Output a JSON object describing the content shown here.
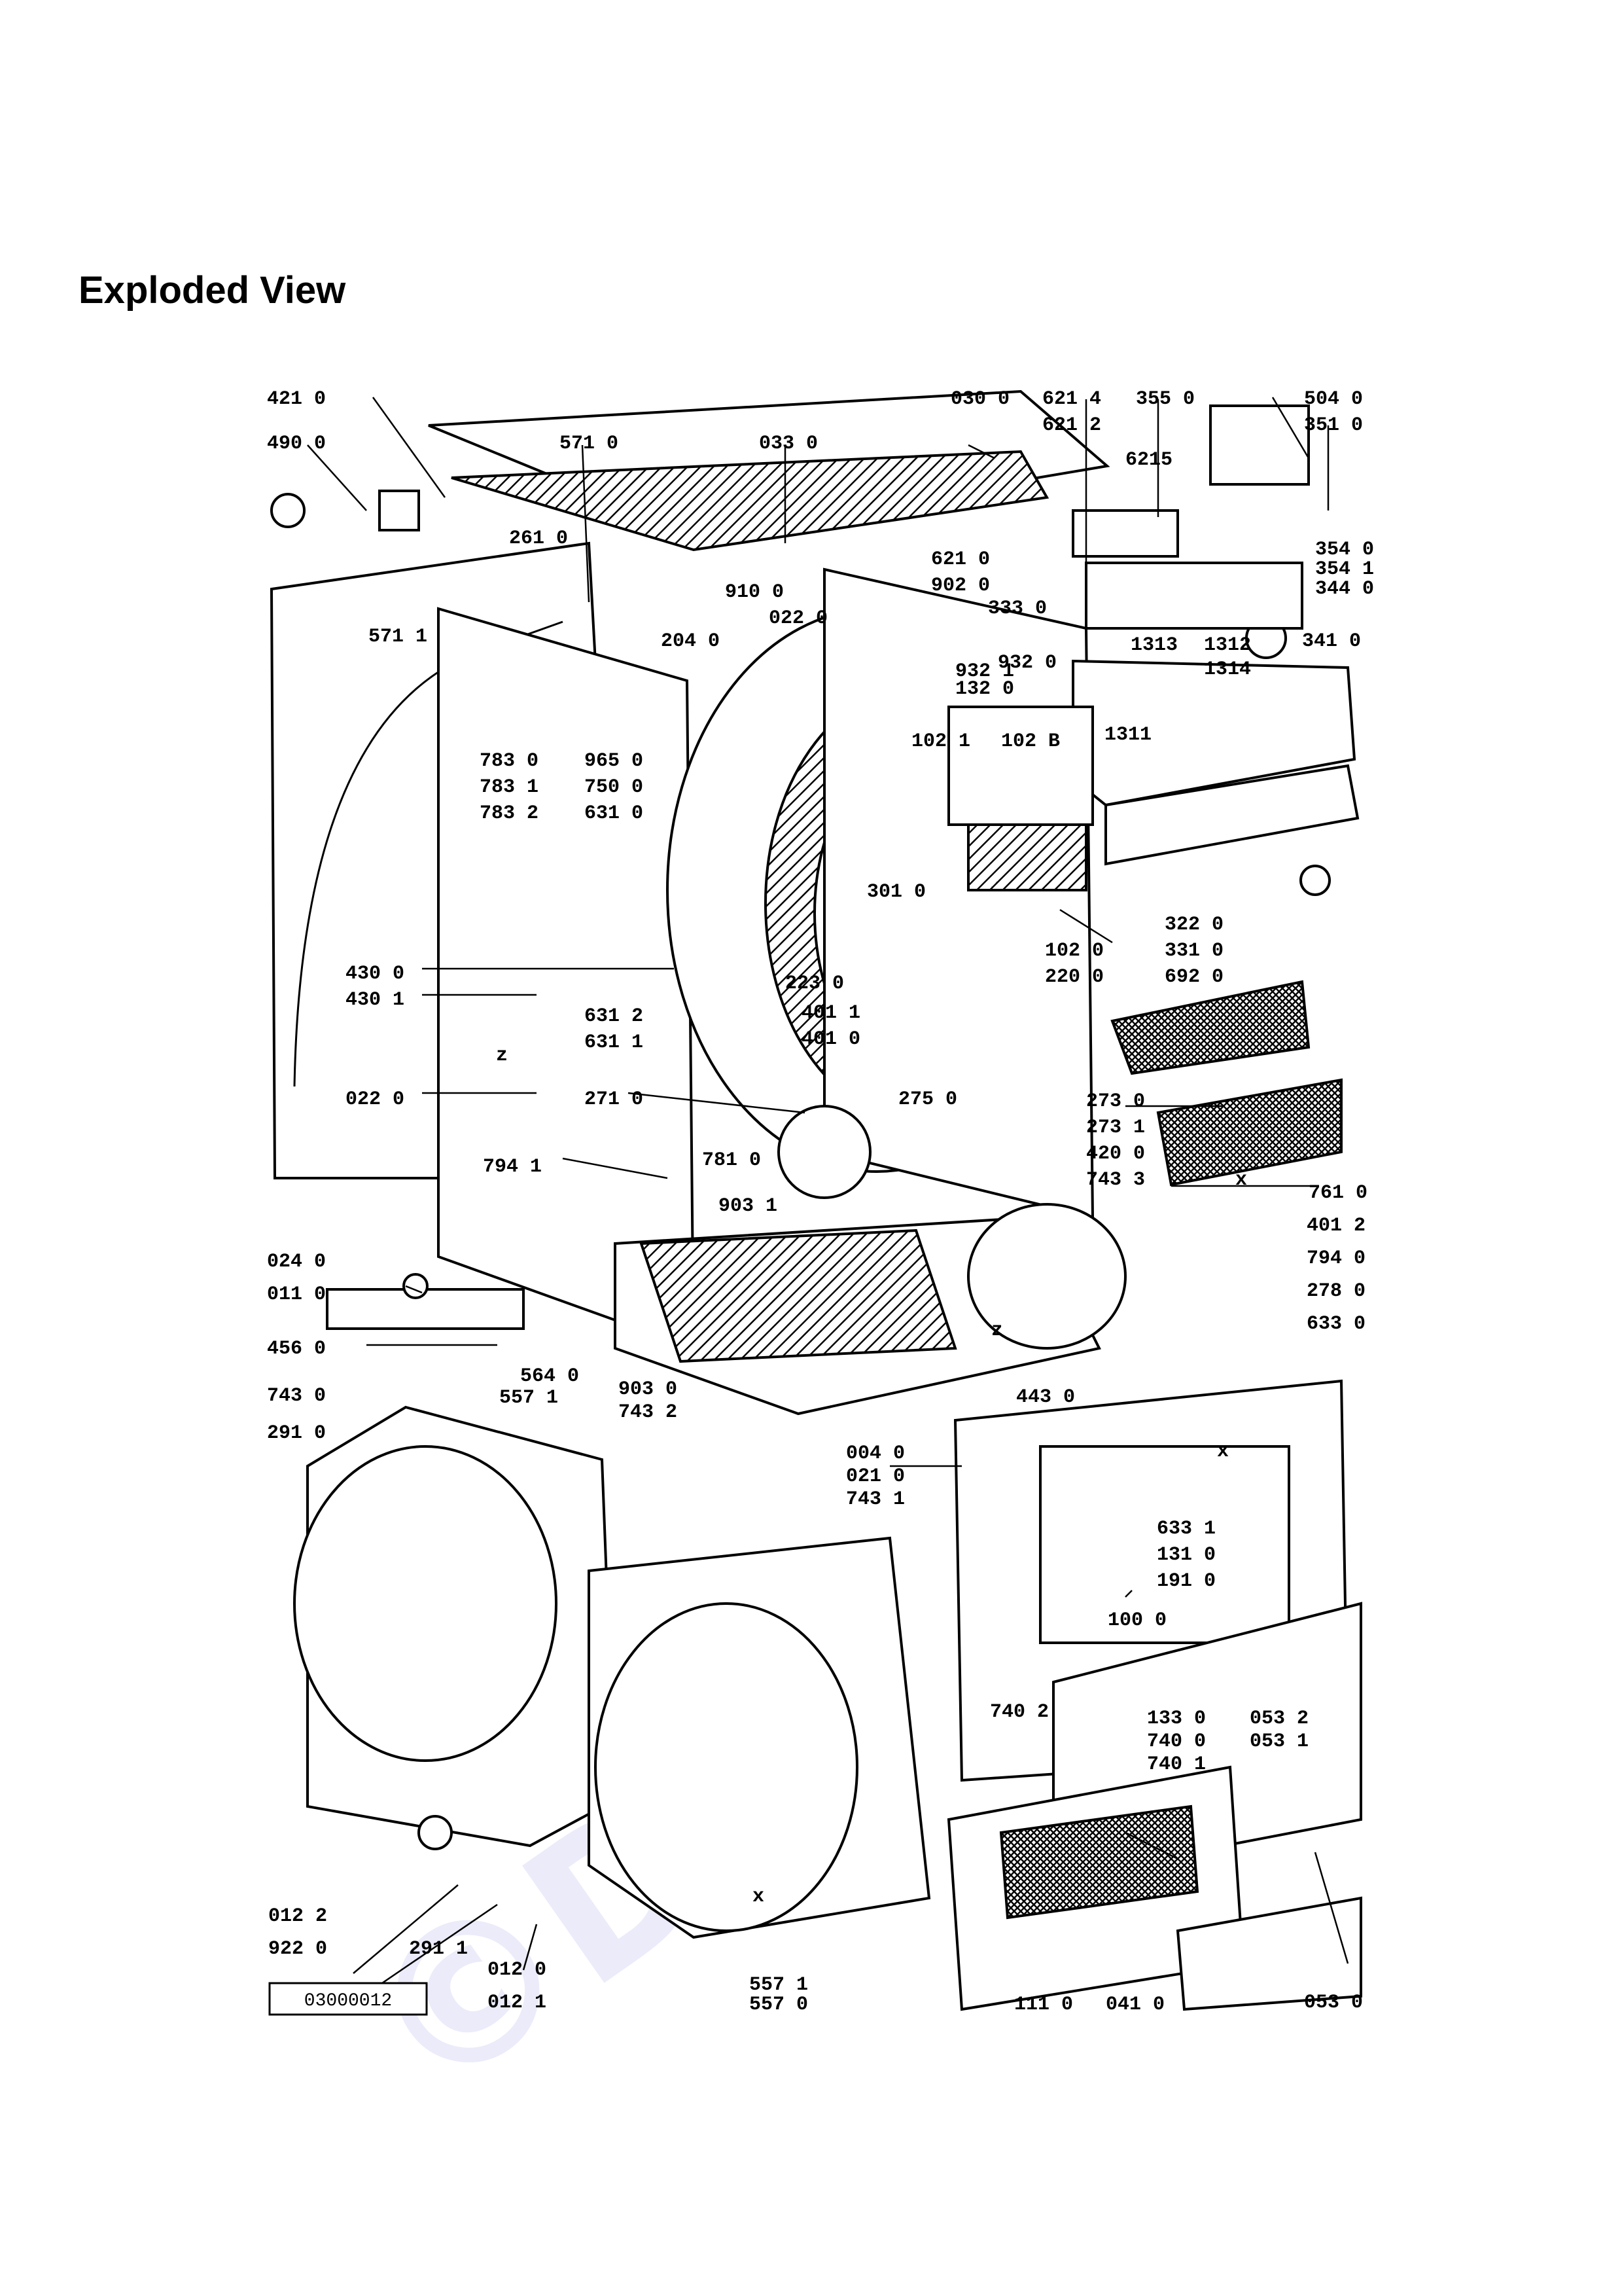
{
  "title": "Exploded View",
  "watermark": "©D",
  "drawing_number": "03000012",
  "part_labels": [
    "421 0",
    "490 0",
    "571 0",
    "033 0",
    "030 0",
    "621 4",
    "621 2",
    "355 0",
    "504 0",
    "351 0",
    "6215",
    "354 0",
    "354 1",
    "344 0",
    "261 0",
    "621 0",
    "902 0",
    "910 0",
    "022 0",
    "333 0",
    "571 1",
    "204 0",
    "932 0",
    "932 1",
    "132 0",
    "1313",
    "1312",
    "1314",
    "341 0",
    "1311",
    "102 1",
    "102 B",
    "783 0",
    "783 1",
    "783 2",
    "965 0",
    "750 0",
    "631 0",
    "301 0",
    "322 0",
    "331 0",
    "692 0",
    "430 0",
    "430 1",
    "631 2",
    "631 1",
    "102 0",
    "220 0",
    "223 0",
    "401 1",
    "401 0",
    "022 0",
    "271 0",
    "275 0",
    "273 0",
    "273 1",
    "420 0",
    "743 3",
    "794 1",
    "781 0",
    "903 1",
    "761 0",
    "401 2",
    "794 0",
    "024 0",
    "011 0",
    "278 0",
    "633 0",
    "456 0",
    "564 0",
    "557 1",
    "903 0",
    "743 2",
    "443 0",
    "743 0",
    "291 0",
    "004 0",
    "021 0",
    "743 1",
    "633 1",
    "131 0",
    "191 0",
    "100 0",
    "740 2",
    "133 0",
    "740 0",
    "740 1",
    "053 2",
    "053 1",
    "012 2",
    "922 0",
    "291 1",
    "012 0",
    "012 1",
    "557 1",
    "557 0",
    "111 0",
    "041 0",
    "053 0"
  ],
  "markers": [
    "z",
    "z",
    "x",
    "x",
    "x"
  ]
}
